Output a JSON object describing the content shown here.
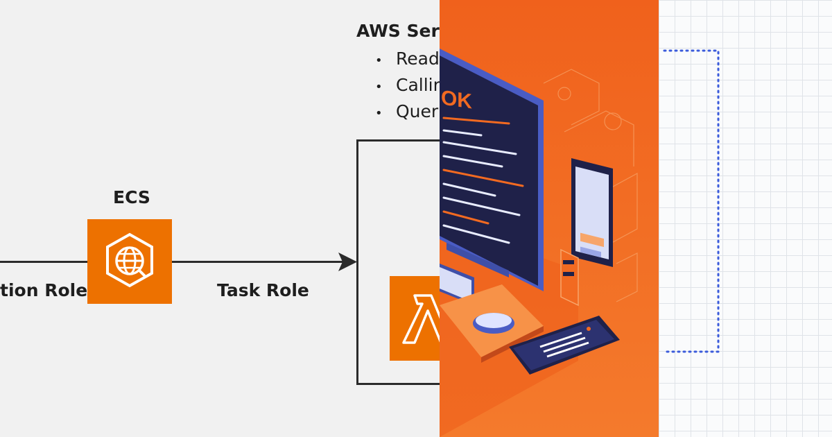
{
  "left_diagram": {
    "service_heading": "AWS Serv",
    "bullets": [
      "Read",
      "Callir",
      "Quer"
    ],
    "ecs_label": "ECS",
    "execution_role_label": "tion Role",
    "task_role_label": "Task Role",
    "service_icon_color": "#ed7100"
  },
  "illustration": {
    "screen_text": "OK",
    "background_color": "#f26a21",
    "screen_color": "#1f2149"
  },
  "right_diagram": {
    "dotted_line_color": "#3b5bdb"
  }
}
